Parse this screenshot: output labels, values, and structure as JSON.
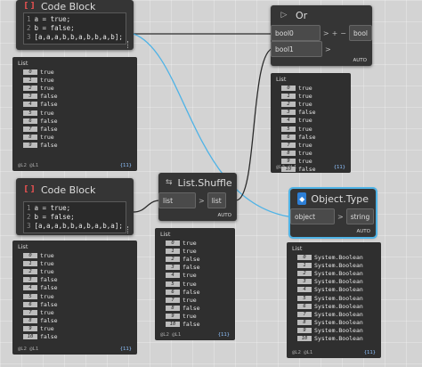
{
  "nodes": {
    "code_block_1": {
      "title": "Code Block",
      "lines": [
        "a = true;",
        "b = false;",
        "[a,a,a,b,b,a,b,b,a,b];"
      ]
    },
    "code_block_2": {
      "title": "Code Block",
      "lines": [
        "a = true;",
        "b = false;",
        "[a,a,a,b,b,a,b,a,b,a];"
      ]
    },
    "or_node": {
      "title": "Or",
      "inputs": [
        "bool0",
        "bool1"
      ],
      "output": "bool",
      "plus": "+",
      "minus": "−",
      "lacing": "AUTO"
    },
    "shuffle": {
      "title": "List.Shuffle",
      "input": "list",
      "output": "list",
      "lacing": "AUTO"
    },
    "object_type": {
      "title": "Object.Type",
      "input": "object",
      "output": "string",
      "lacing": "AUTO"
    }
  },
  "watch_1": {
    "head": "List",
    "items": [
      {
        "i": "0",
        "v": "true"
      },
      {
        "i": "1",
        "v": "true"
      },
      {
        "i": "2",
        "v": "true"
      },
      {
        "i": "3",
        "v": "false"
      },
      {
        "i": "4",
        "v": "false"
      },
      {
        "i": "5",
        "v": "true"
      },
      {
        "i": "6",
        "v": "false"
      },
      {
        "i": "7",
        "v": "false"
      },
      {
        "i": "8",
        "v": "true"
      },
      {
        "i": "9",
        "v": "false"
      }
    ],
    "level": "@L2 @L1",
    "count": "{11}"
  },
  "watch_2": {
    "head": "List",
    "items": [
      {
        "i": "0",
        "v": "true"
      },
      {
        "i": "1",
        "v": "true"
      },
      {
        "i": "2",
        "v": "true"
      },
      {
        "i": "3",
        "v": "false"
      },
      {
        "i": "4",
        "v": "false"
      },
      {
        "i": "5",
        "v": "true"
      },
      {
        "i": "6",
        "v": "false"
      },
      {
        "i": "7",
        "v": "true"
      },
      {
        "i": "8",
        "v": "false"
      },
      {
        "i": "9",
        "v": "true"
      },
      {
        "i": "10",
        "v": "false"
      }
    ],
    "level": "@L2 @L1",
    "count": "{11}"
  },
  "watch_3": {
    "head": "List",
    "items": [
      {
        "i": "0",
        "v": "true"
      },
      {
        "i": "1",
        "v": "true"
      },
      {
        "i": "2",
        "v": "false"
      },
      {
        "i": "3",
        "v": "false"
      },
      {
        "i": "4",
        "v": "true"
      },
      {
        "i": "5",
        "v": "true"
      },
      {
        "i": "6",
        "v": "false"
      },
      {
        "i": "7",
        "v": "true"
      },
      {
        "i": "8",
        "v": "false"
      },
      {
        "i": "9",
        "v": "true"
      },
      {
        "i": "10",
        "v": "false"
      }
    ],
    "level": "@L2 @L1",
    "count": "{11}"
  },
  "watch_or": {
    "head": "List",
    "items": [
      {
        "i": "0",
        "v": "true"
      },
      {
        "i": "1",
        "v": "true"
      },
      {
        "i": "2",
        "v": "true"
      },
      {
        "i": "3",
        "v": "false"
      },
      {
        "i": "4",
        "v": "true"
      },
      {
        "i": "5",
        "v": "true"
      },
      {
        "i": "6",
        "v": "false"
      },
      {
        "i": "7",
        "v": "true"
      },
      {
        "i": "8",
        "v": "true"
      },
      {
        "i": "9",
        "v": "true"
      },
      {
        "i": "10",
        "v": "false"
      }
    ],
    "level": "@L2 @L1",
    "count": "{11}"
  },
  "watch_type": {
    "head": "List",
    "items": [
      {
        "i": "0",
        "v": "System.Boolean"
      },
      {
        "i": "1",
        "v": "System.Boolean"
      },
      {
        "i": "2",
        "v": "System.Boolean"
      },
      {
        "i": "3",
        "v": "System.Boolean"
      },
      {
        "i": "4",
        "v": "System.Boolean"
      },
      {
        "i": "5",
        "v": "System.Boolean"
      },
      {
        "i": "6",
        "v": "System.Boolean"
      },
      {
        "i": "7",
        "v": "System.Boolean"
      },
      {
        "i": "8",
        "v": "System.Boolean"
      },
      {
        "i": "9",
        "v": "System.Boolean"
      },
      {
        "i": "10",
        "v": "System.Boolean"
      }
    ],
    "level": "@L2 @L1",
    "count": "{11}"
  },
  "colors": {
    "node_bg": "#353535",
    "wire": "#2b2b2b",
    "wire_selected": "#4fb3e6",
    "canvas": "#d3d3d3"
  }
}
